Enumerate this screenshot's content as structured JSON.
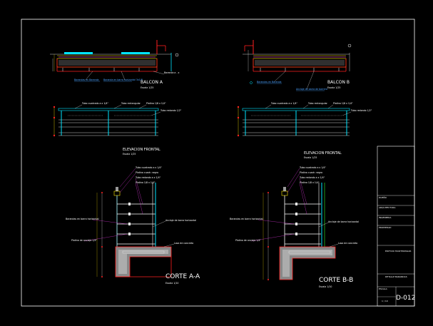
{
  "drawing": {
    "balcony_a": {
      "title": "BALCON A",
      "scale": "Escala 1/25"
    },
    "balcony_b": {
      "title": "BALCON B",
      "scale": "Escala 1/25"
    },
    "elevation_a": {
      "title": "ELEVACION FRONTAL",
      "scale": "Escala 1/25"
    },
    "elevation_b": {
      "title": "ELEVACION FRONTAL",
      "scale": "Escala 1/25"
    },
    "section_a": {
      "title": "CORTE A-A",
      "scale": "Escala 1/10"
    },
    "section_b": {
      "title": "CORTE B-B",
      "scale": "Escala 1/10"
    },
    "callouts": {
      "plan_left_a": "Barandas en Baranda",
      "plan_mid_a": "Baranda en barra horizontal  3x1/8",
      "plan_right_a": "Baranda a - x",
      "plan_left_b": "Barandas en Baranda",
      "plan_mid_b": "Anclaje de barra de barrera",
      "elev_1": "Tubo cuadrado a  x  1/4\"",
      "elev_2": "Tubo rectangular",
      "elev_3": "Platina 1/8 x 1/4\"",
      "elev_4": "Tubo redondo 1/2\"",
      "sec_1": "Tubo cuadrado a  x  1/4\"",
      "sec_2": "Platina cuadr. negra",
      "sec_3": "Tubo redondo a  x  1/4\"",
      "sec_4": "Platina 1/8 x 1/4\"",
      "sec_5": "Platina de anclaje 1/4\"",
      "sec_6": "Barandas en barra horizontal",
      "sec_7": "Anclaje de barra horizontal",
      "sec_8": "Losa de concreto"
    }
  },
  "title_block": {
    "field_1": "DUEÑO",
    "field_2": "ARQUITECTURA",
    "field_3": "INGENIERIA",
    "field_4": "PROPIEDAD",
    "project": "EDIFICIO MULTIFAMILIAR",
    "sheet_title": "DETALLE BARANDAS",
    "scale_label": "ESCALA",
    "scale_value": "1 / 10",
    "sheet_number": "D-012"
  },
  "colors": {
    "background": "#000000",
    "frame": "#ffffff",
    "cyan": "#00e5ff",
    "yellow": "#ffe800",
    "red": "#ff2020",
    "magenta": "#ff40ff",
    "blue": "#3a7dff",
    "green": "#30ff30"
  }
}
